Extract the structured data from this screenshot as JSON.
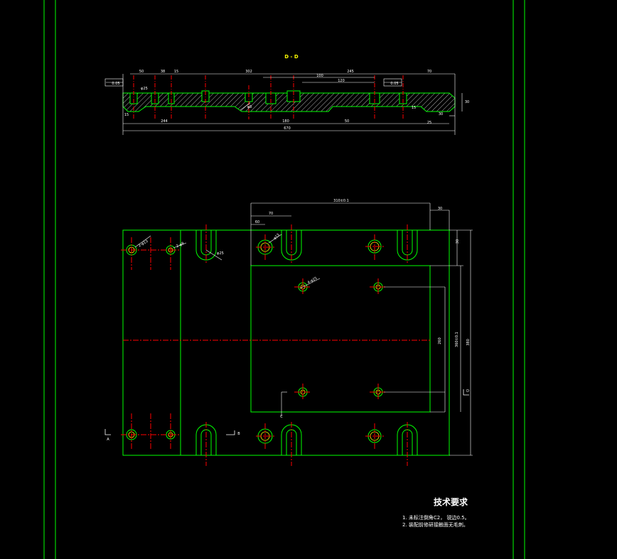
{
  "drawing": {
    "section_label": "D - D",
    "colors": {
      "background": "#000000",
      "outline": "#00ff00",
      "centerline": "#ff0000",
      "dimension": "#ffffff",
      "hatch": "#ffffff",
      "highlight": "#ffff00"
    },
    "section_view": {
      "top_dims": [
        "50",
        "38",
        "15",
        "302",
        "245",
        "70"
      ],
      "inner_dims": [
        "100",
        "120"
      ],
      "callouts": [
        "0.05",
        "0.05",
        "φ25",
        "φ8"
      ],
      "bottom_dims": [
        "244",
        "180",
        "50",
        "30",
        "25",
        "670"
      ],
      "side_dims": [
        "15",
        "15",
        "30"
      ]
    },
    "plan_view": {
      "top_dims": [
        "310±0.1",
        "70",
        "60",
        "30"
      ],
      "callouts": [
        "2-φ13",
        "2-φ8",
        "φ25",
        "φ13",
        "4-φ25"
      ],
      "right_dims": [
        "30",
        "260",
        "360±0.1",
        "380"
      ],
      "markers": [
        "A",
        "B",
        "C",
        "D"
      ]
    }
  },
  "tech_requirements": {
    "title": "技术要求",
    "items": [
      "1. 未标注倒角C2，  锐边0.5。",
      "2. 装配前修研接触面无毛刺。"
    ]
  }
}
